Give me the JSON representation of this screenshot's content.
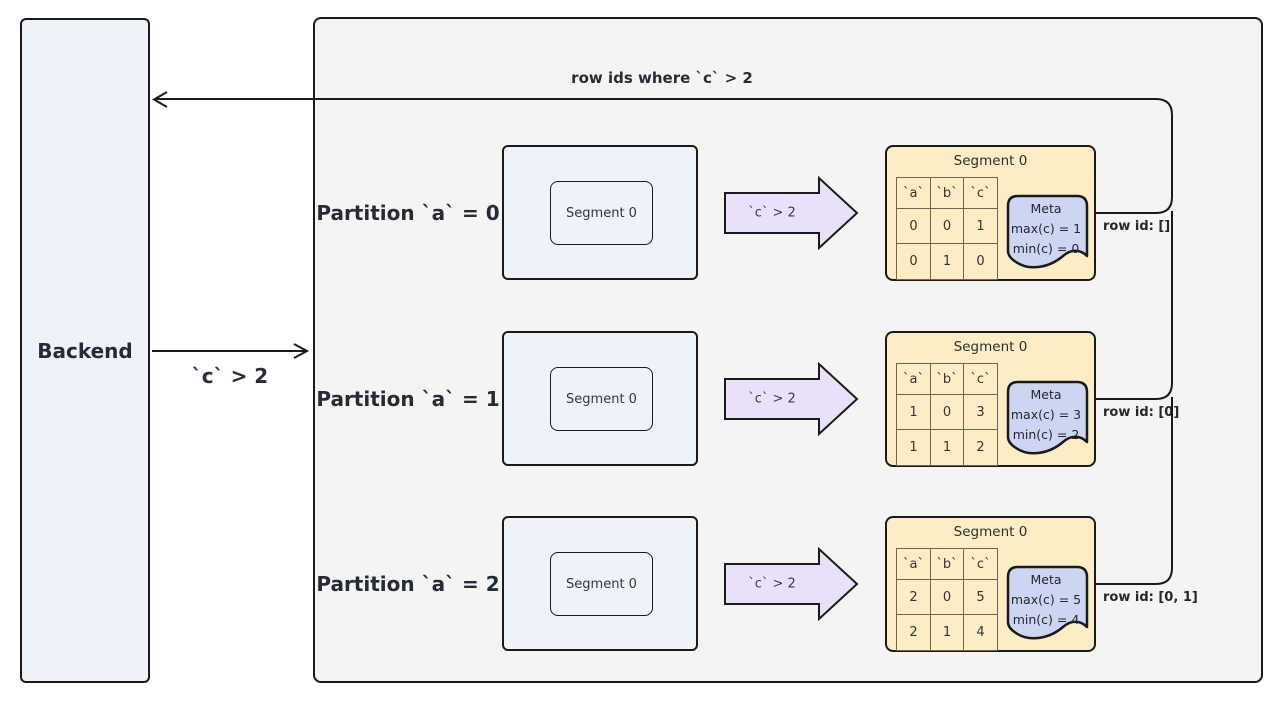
{
  "diagram": {
    "backend_label": "Backend",
    "query_label": "`c` > 2",
    "return_label": "row ids where `c` > 2"
  },
  "partitions": [
    {
      "label": "Partition `a` = 0",
      "segment_label": "Segment 0",
      "filter_label": "`c` > 2",
      "result": {
        "title": "Segment 0",
        "headers": [
          "`a`",
          "`b`",
          "`c`"
        ],
        "rows": [
          [
            "0",
            "0",
            "1"
          ],
          [
            "0",
            "1",
            "0"
          ]
        ],
        "meta_title": "Meta",
        "meta_max": "max(c) = 1",
        "meta_min": "min(c) = 0"
      },
      "row_id_label": "row id: []"
    },
    {
      "label": "Partition `a` = 1",
      "segment_label": "Segment 0",
      "filter_label": "`c` > 2",
      "result": {
        "title": "Segment 0",
        "headers": [
          "`a`",
          "`b`",
          "`c`"
        ],
        "rows": [
          [
            "1",
            "0",
            "3"
          ],
          [
            "1",
            "1",
            "2"
          ]
        ],
        "meta_title": "Meta",
        "meta_max": "max(c) = 3",
        "meta_min": "min(c) = 2"
      },
      "row_id_label": "row id: [0]"
    },
    {
      "label": "Partition `a` = 2",
      "segment_label": "Segment 0",
      "filter_label": "`c` > 2",
      "result": {
        "title": "Segment 0",
        "headers": [
          "`a`",
          "`b`",
          "`c`"
        ],
        "rows": [
          [
            "2",
            "0",
            "5"
          ],
          [
            "2",
            "1",
            "4"
          ]
        ],
        "meta_title": "Meta",
        "meta_max": "max(c) = 5",
        "meta_min": "min(c) = 4"
      },
      "row_id_label": "row id: [0, 1]"
    }
  ],
  "colors": {
    "backend_fill": "#edf2fb",
    "container_fill": "#f4f4f2",
    "result_segment_fill": "#fcedc4",
    "meta_note_fill": "#ccd6f2",
    "filter_arrow_fill": "#ebe0fa",
    "table_line": "#6e6852",
    "stroke": "#1a1a1a"
  }
}
